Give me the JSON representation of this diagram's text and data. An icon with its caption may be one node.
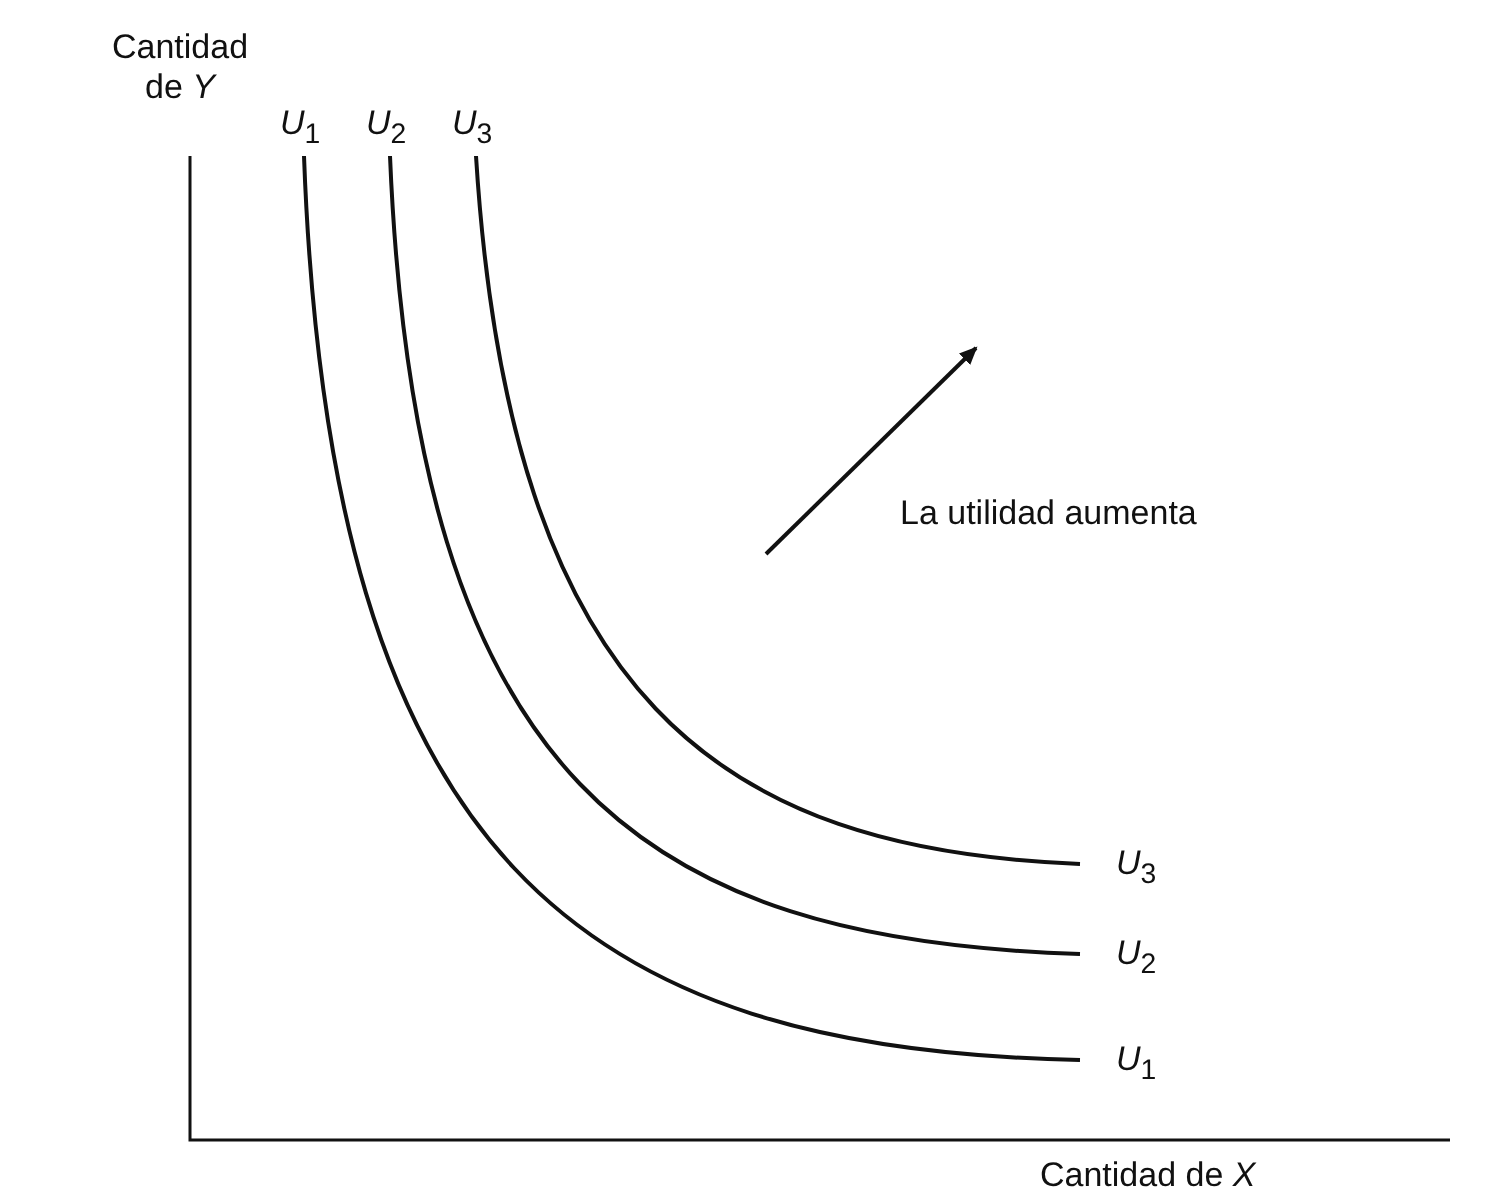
{
  "diagram": {
    "labels": [
      "Cantidad de *Y*",
      "*U*$_{1}$",
      "*U*$_{2}$",
      "*U*$_{3}$",
      "La utilidad aumenta",
      "*U*$_{3}$",
      "*U*$_{2}$",
      "*U*$_{1}$",
      "Cantidad de *X*"
    ]
  }
}
